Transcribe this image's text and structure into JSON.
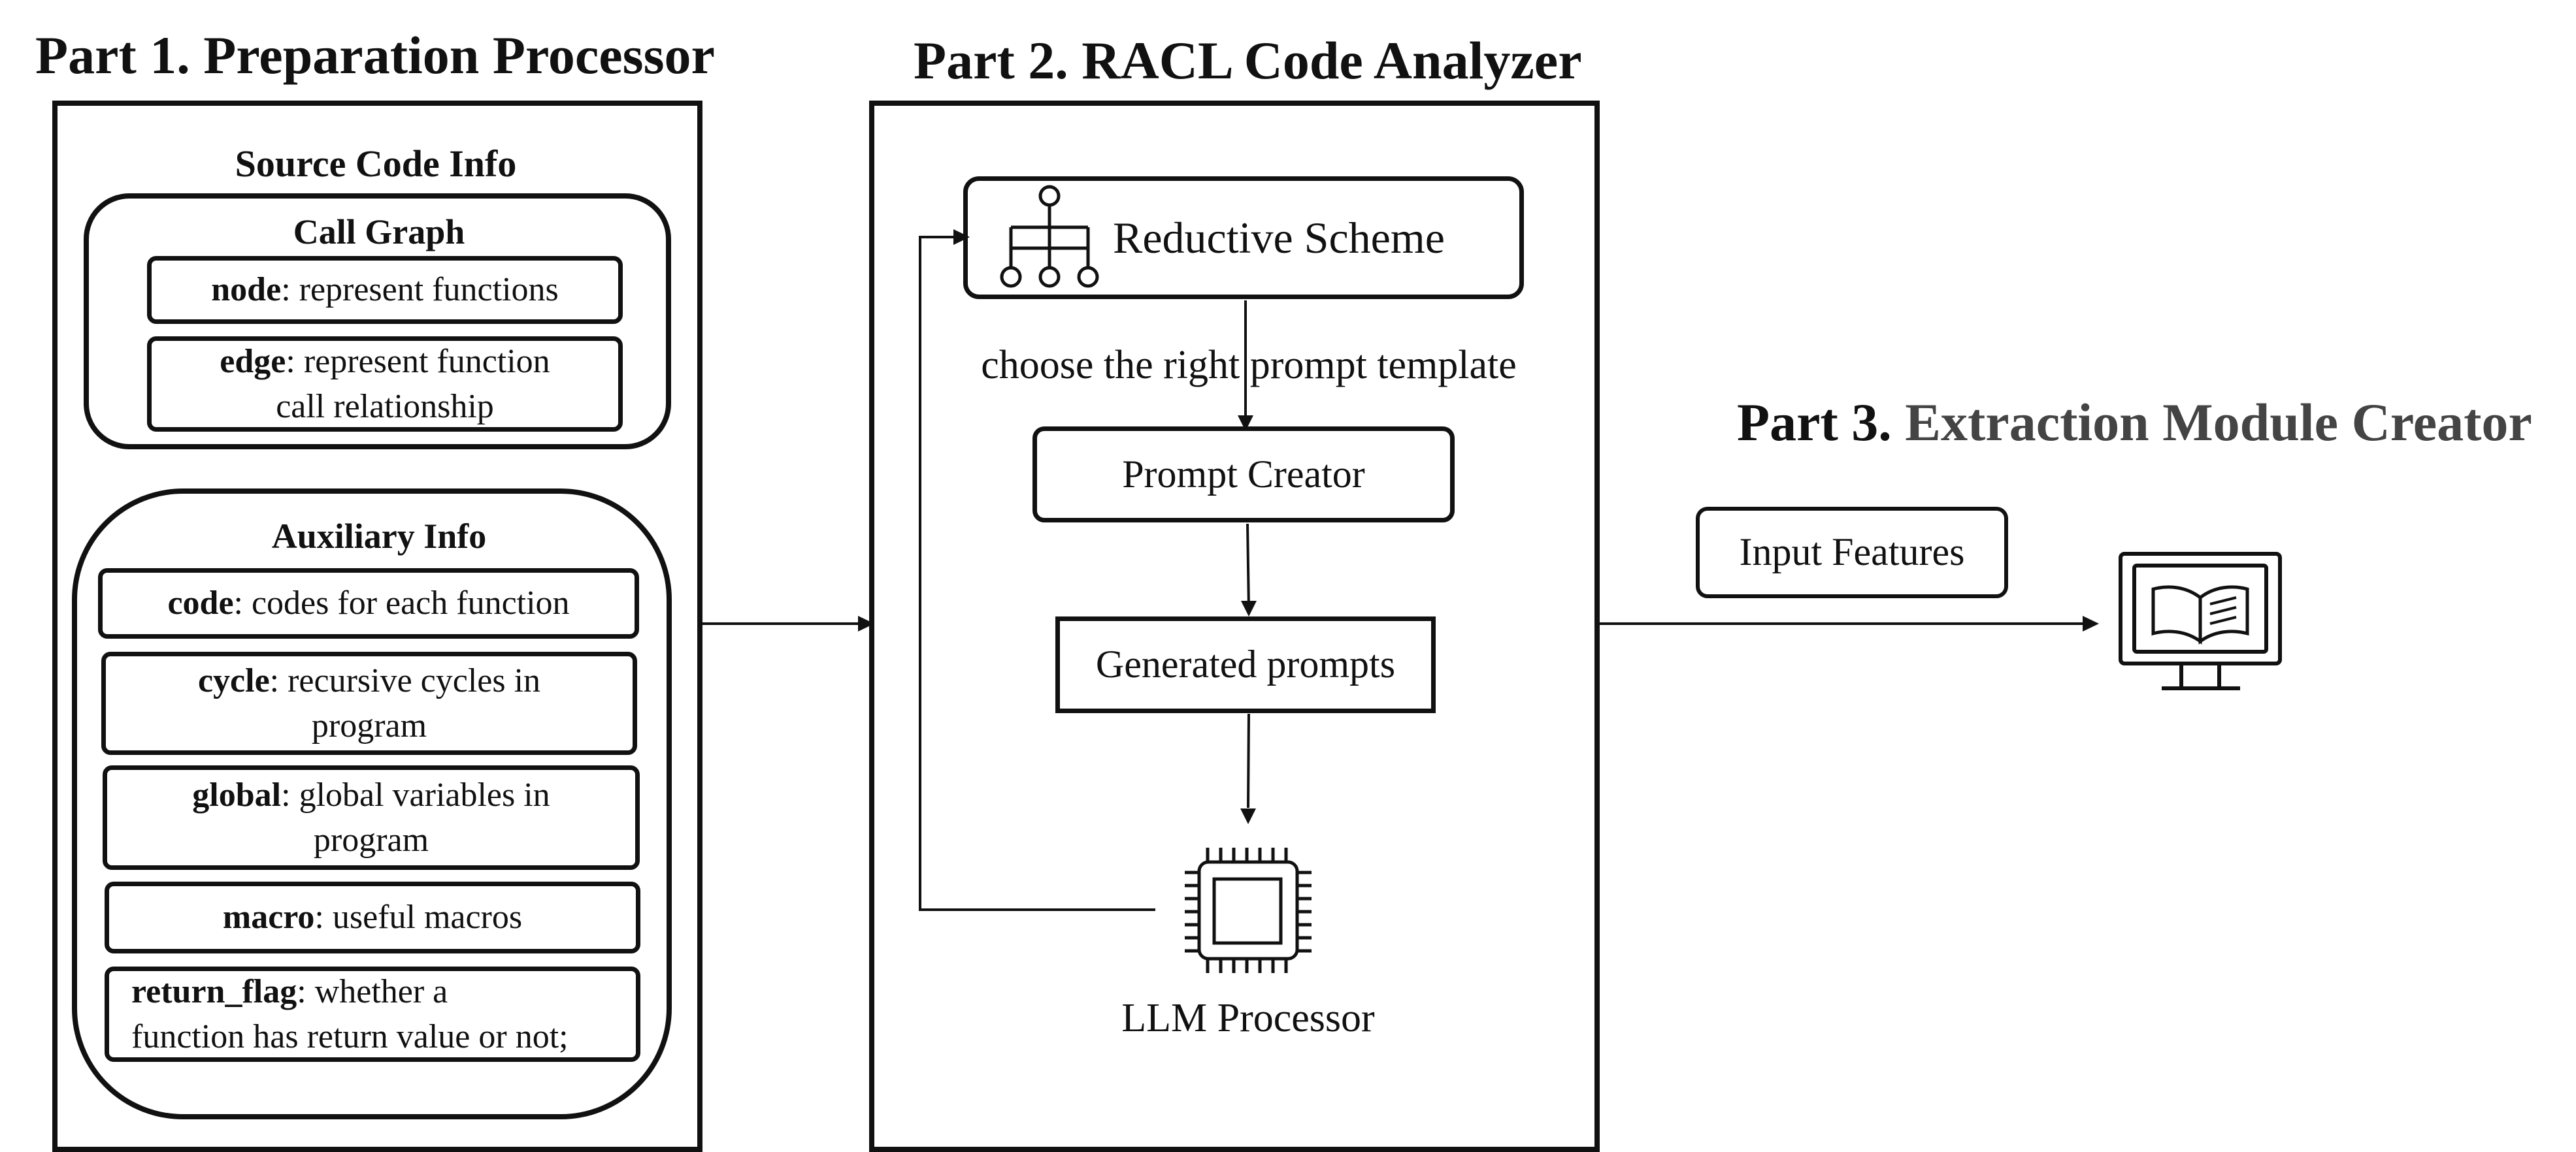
{
  "part1": {
    "title": "Part 1. Preparation Processor",
    "source_code_info": {
      "heading": "Source Code Info",
      "call_graph": {
        "heading": "Call Graph",
        "node": {
          "term": "node",
          "desc": ": represent functions"
        },
        "edge": {
          "term": "edge",
          "desc": ": represent function",
          "desc2": "call relationship"
        }
      }
    },
    "auxiliary_info": {
      "heading": "Auxiliary Info",
      "code": {
        "term": "code",
        "desc": ": codes for each function"
      },
      "cycle": {
        "term": "cycle",
        "desc": ": recursive cycles in",
        "desc2": "program"
      },
      "global": {
        "term": "global",
        "desc": ": global variables in",
        "desc2": "program"
      },
      "macro": {
        "term": "macro",
        "desc": ": useful macros"
      },
      "return_flag": {
        "term": "return_flag",
        "desc": ": whether a",
        "desc2": "function has return value or not;"
      }
    }
  },
  "part2": {
    "title": "Part 2. RACL Code Analyzer",
    "reductive_scheme": "Reductive Scheme",
    "choose_label": "choose the right prompt template",
    "prompt_creator": "Prompt Creator",
    "generated_prompts": "Generated prompts",
    "llm_processor": "LLM Processor"
  },
  "part3": {
    "title_prefix": "Part 3. ",
    "title_rest": "Extraction Module Creator",
    "input_features": "Input Features"
  },
  "icons": [
    "hierarchy-icon",
    "cpu-chip-icon",
    "monitor-book-icon"
  ],
  "colors": {
    "stroke": "#111111",
    "title_accent": "#444444"
  }
}
